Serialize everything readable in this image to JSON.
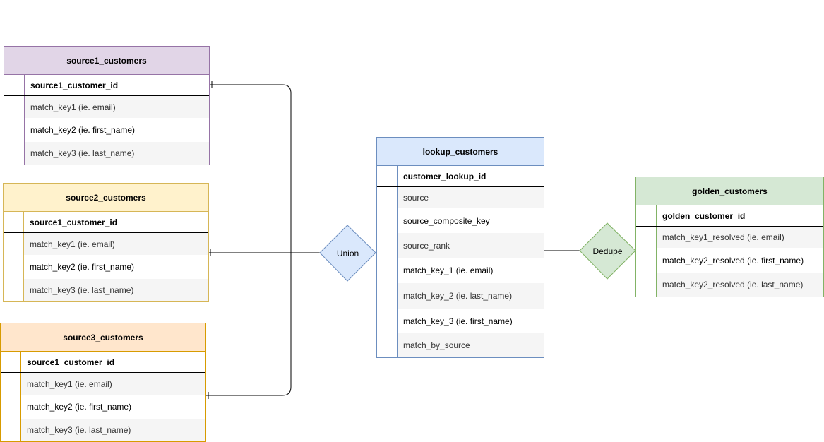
{
  "colors": {
    "purple_stroke": "#9673a6",
    "purple_fill": "#e1d5e7",
    "yellow_stroke": "#d6b656",
    "yellow_fill": "#fff2cc",
    "orange_stroke": "#d79b00",
    "orange_fill": "#ffe6cc",
    "blue_stroke": "#6c8ebf",
    "blue_fill": "#dae8fc",
    "green_stroke": "#82b366",
    "green_fill": "#d5e8d4"
  },
  "source1": {
    "title": "source1_customers",
    "pk": "source1_customer_id",
    "fields": [
      "match_key1 (ie. email)",
      "match_key2 (ie. first_name)",
      "match_key3 (ie. last_name)"
    ]
  },
  "source2": {
    "title": "source2_customers",
    "pk": "source1_customer_id",
    "fields": [
      "match_key1 (ie. email)",
      "match_key2 (ie. first_name)",
      "match_key3 (ie. last_name)"
    ]
  },
  "source3": {
    "title": "source3_customers",
    "pk": "source1_customer_id",
    "fields": [
      "match_key1 (ie. email)",
      "match_key2 (ie. first_name)",
      "match_key3 (ie. last_name)"
    ]
  },
  "lookup": {
    "title": "lookup_customers",
    "pk": "customer_lookup_id",
    "fields": [
      "source",
      "source_composite_key",
      "source_rank",
      "match_key_1 (ie. email)",
      "match_key_2 (ie. last_name)",
      "match_key_3 (ie. first_name)",
      "match_by_source"
    ]
  },
  "golden": {
    "title": "golden_customers",
    "pk": "golden_customer_id",
    "fields": [
      "match_key1_resolved (ie. email)",
      "match_key2_resolved (ie. first_name)",
      "match_key2_resolved (ie. last_name)"
    ]
  },
  "union_label": "Union",
  "dedupe_label": "Dedupe"
}
